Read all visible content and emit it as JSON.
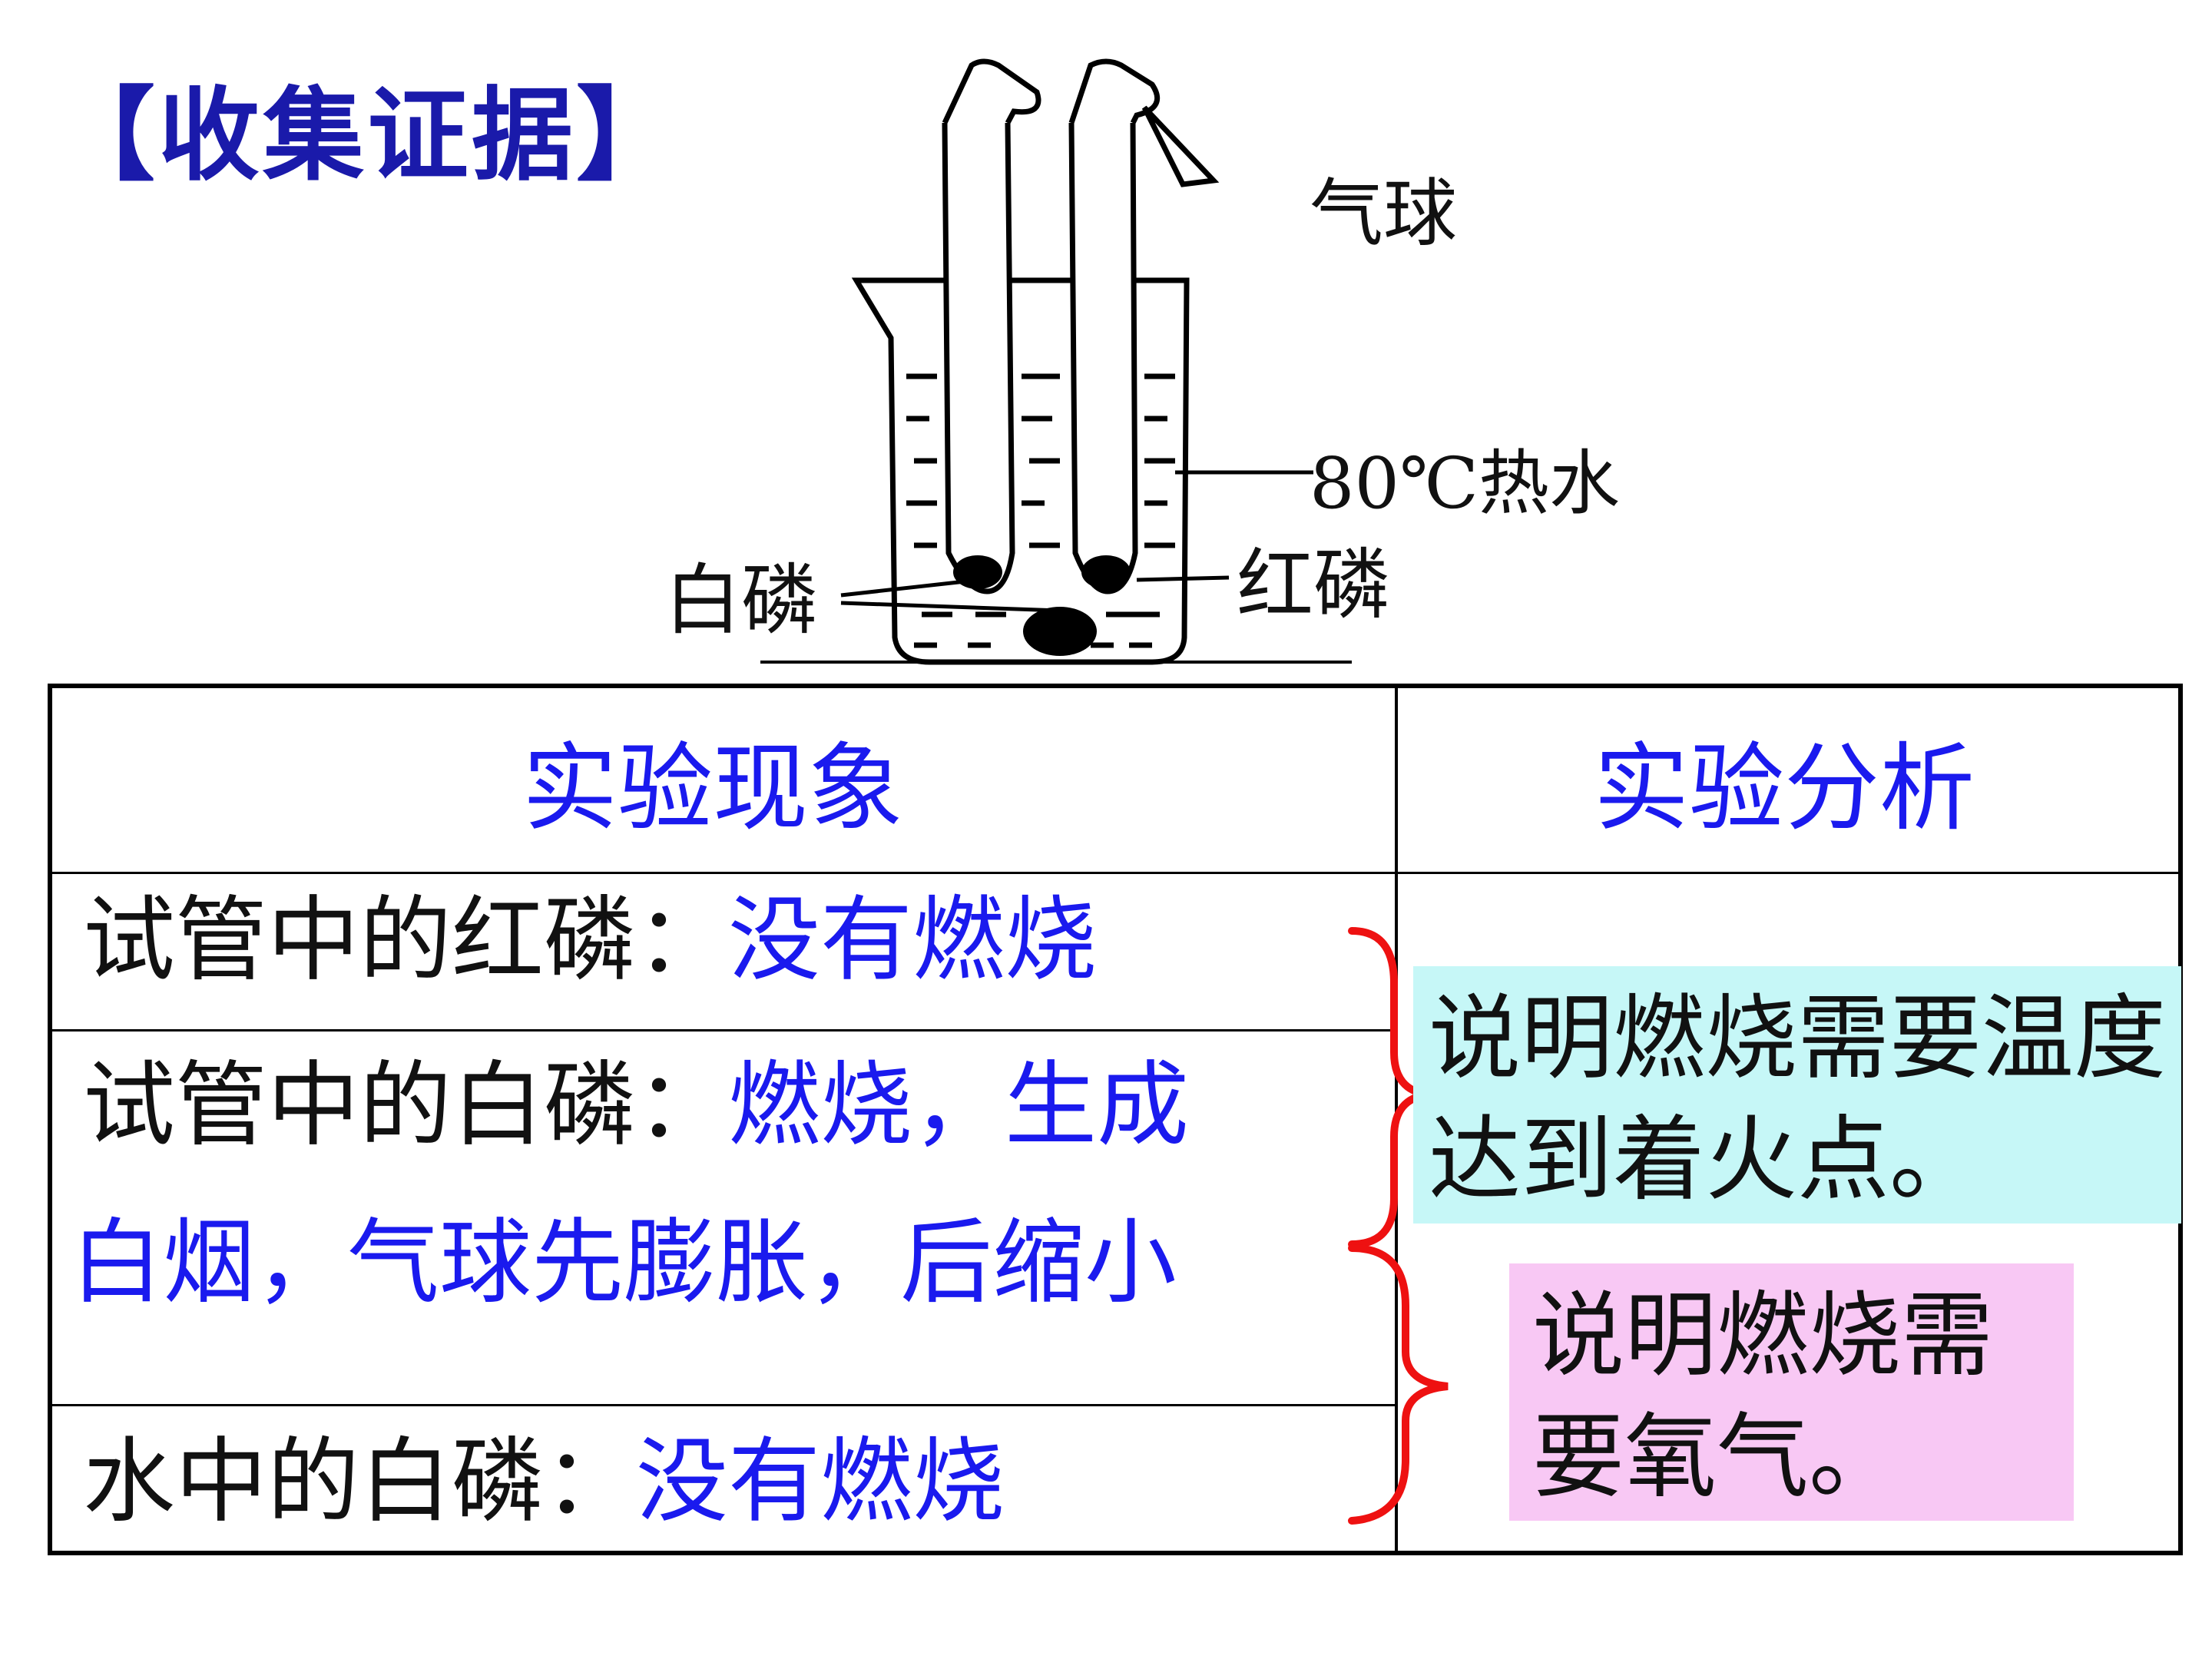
{
  "title": "【收集证据】",
  "diagram": {
    "label_balloon": "气球",
    "label_water": "80℃热水",
    "label_white_p": "白磷",
    "label_red_p": "红磷"
  },
  "table": {
    "headers": [
      "实验现象",
      "实验分析"
    ],
    "rows": [
      {
        "prefix": "试管中的红磷：",
        "result": "没有燃烧"
      },
      {
        "prefix": "试管中的白磷：",
        "result": "燃烧，生成",
        "result_line2": "白烟，气球先膨胀，后缩小"
      },
      {
        "prefix": "水中的白磷：",
        "result": "没有燃烧"
      }
    ],
    "analysis": [
      {
        "text": "说明燃烧需要温度达到着火点。",
        "color": "#c6f7f7"
      },
      {
        "text": "说明燃烧需要氧气。",
        "color": "#f8c8f4"
      }
    ]
  },
  "colors": {
    "title": "#1a1aaa",
    "answer": "#1a1aee",
    "brace": "#ee1111"
  }
}
